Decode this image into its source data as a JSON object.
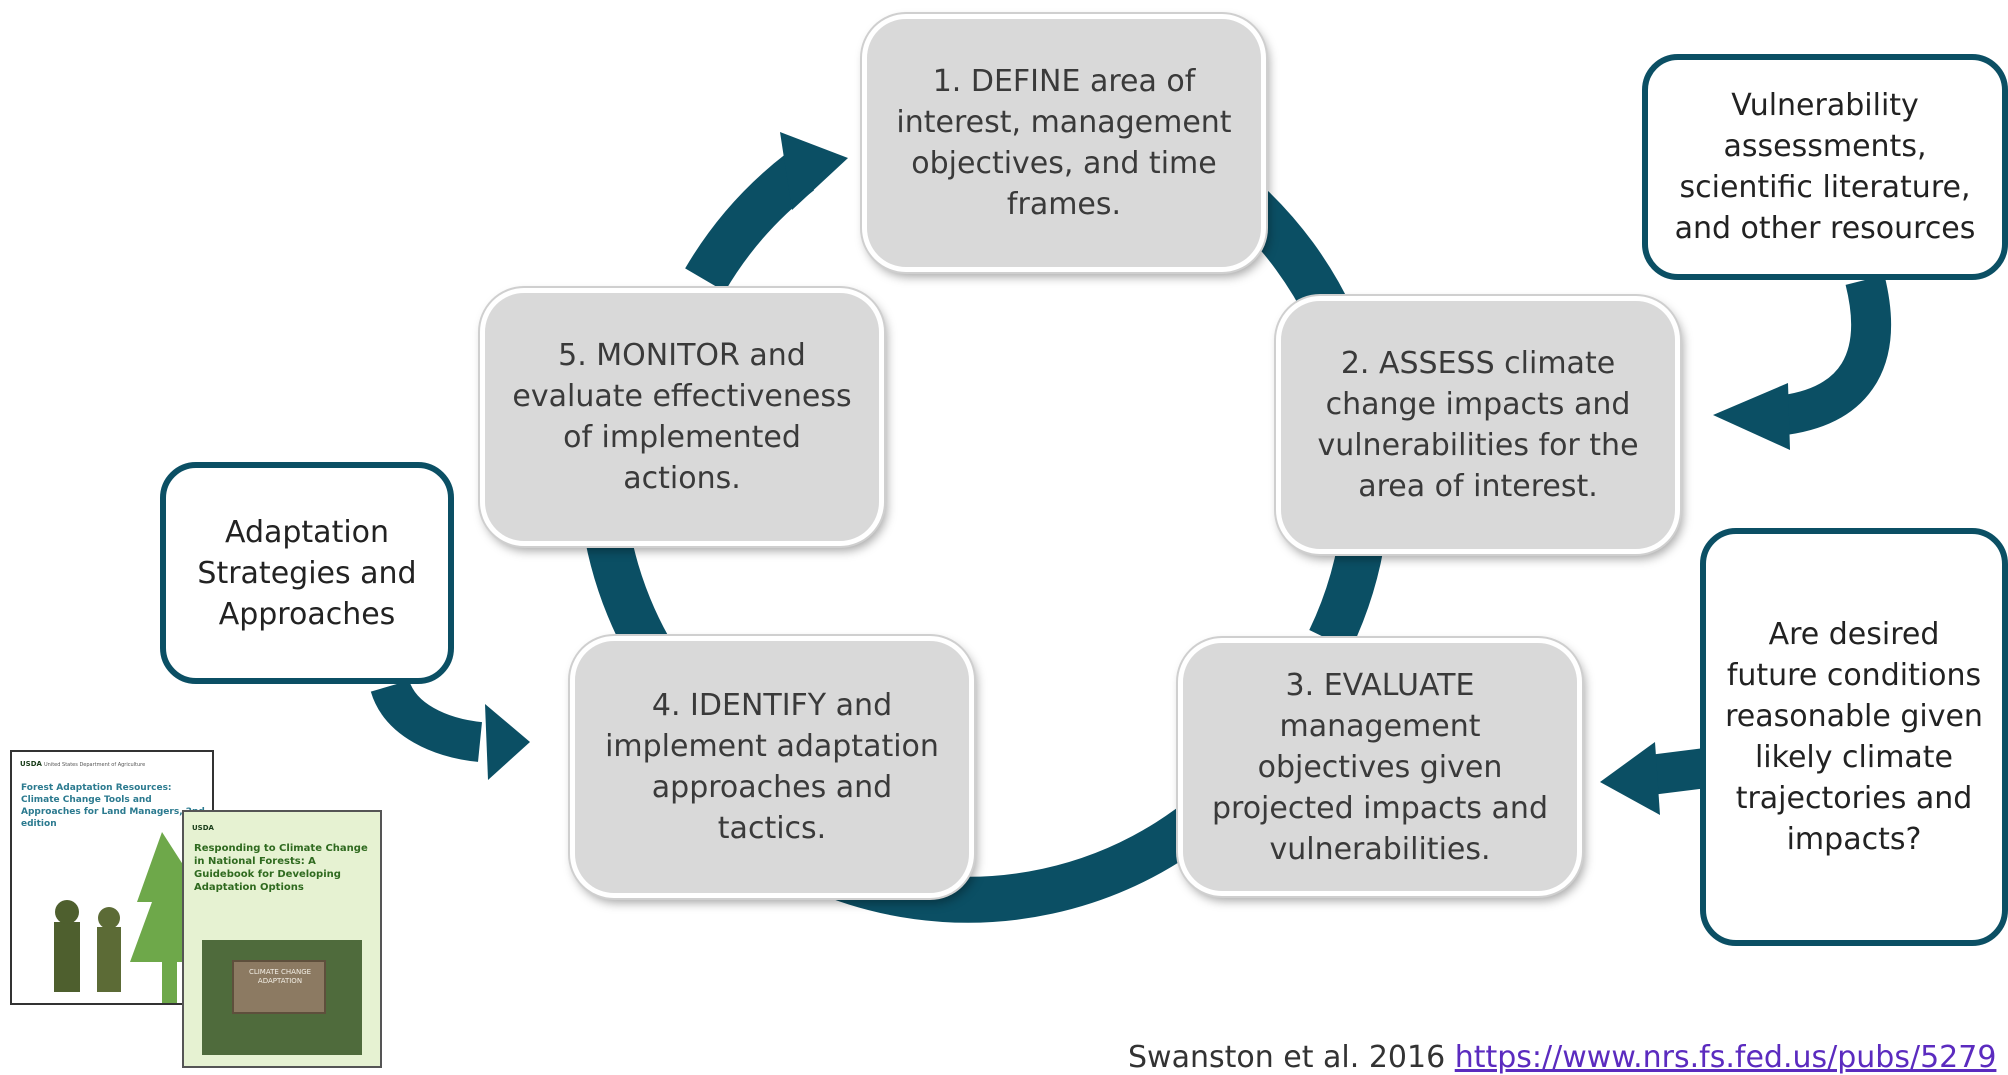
{
  "cycle_steps": [
    {
      "text": "1. DEFINE area of interest, management objectives, and time frames."
    },
    {
      "text": "2. ASSESS climate change impacts and vulnerabilities for the area of interest."
    },
    {
      "text": "3. EVALUATE management objectives given projected impacts and vulnerabilities."
    },
    {
      "text": "4. IDENTIFY and implement adaptation approaches and tactics."
    },
    {
      "text": "5. MONITOR and evaluate effectiveness of implemented actions."
    }
  ],
  "side_inputs": {
    "resources": "Vulnerability assessments, scientific literature, and other resources",
    "strategies": "Adaptation Strategies and Approaches",
    "question": "Are desired future conditions reasonable given likely climate trajectories and impacts?"
  },
  "covers": {
    "cover1": {
      "agency": "USDA",
      "header": "United States Department of Agriculture",
      "title": "Forest Adaptation Resources: Climate Change Tools and Approaches for Land Managers, 2nd edition"
    },
    "cover2": {
      "agency": "USDA",
      "title": "Responding to Climate Change in National Forests: A Guidebook for Developing Adaptation Options",
      "sign_text": "CLIMATE CHANGE ADAPTATION"
    }
  },
  "citation": {
    "text": "Swanston et al. 2016 ",
    "link": "https://www.nrs.fs.fed.us/pubs/5279"
  },
  "colors": {
    "arrow": "#0b4f64",
    "step_fill": "#d9d9d9",
    "side_border": "#0b4f64"
  }
}
